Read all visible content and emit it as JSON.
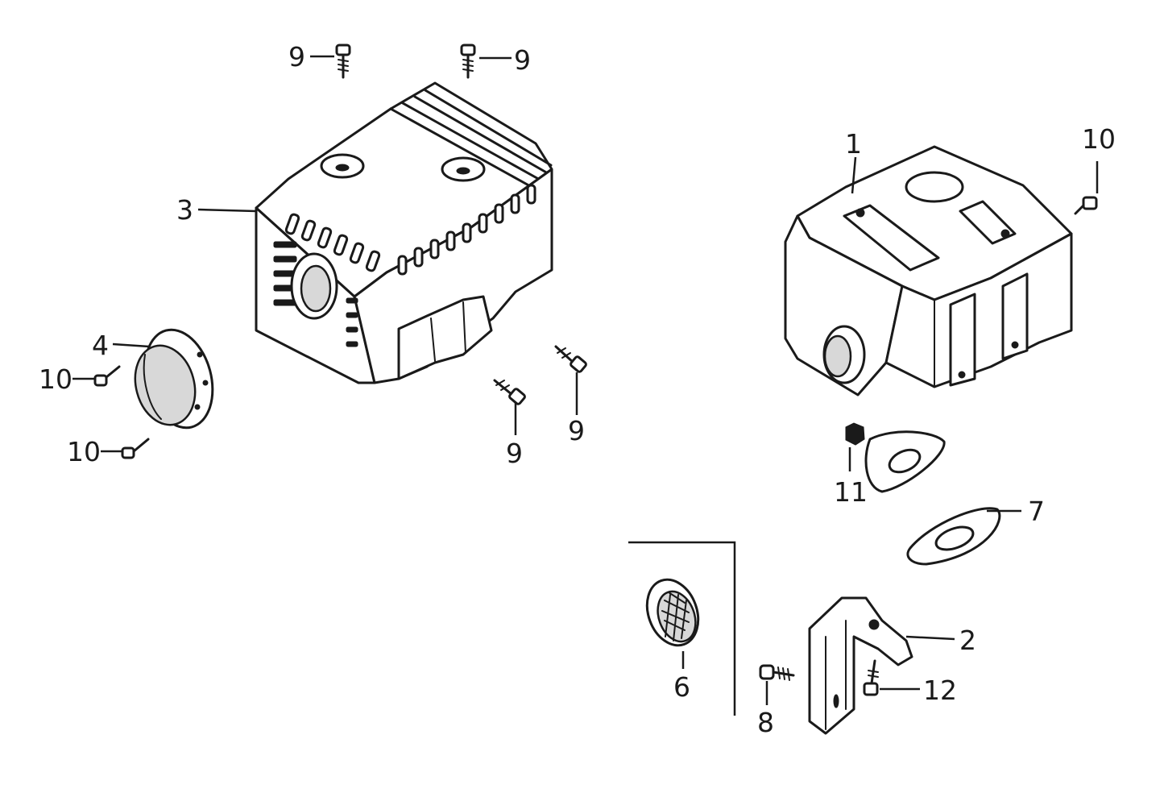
{
  "callouts": [
    {
      "id": "c1",
      "text": "1"
    },
    {
      "id": "c2",
      "text": "2"
    },
    {
      "id": "c3",
      "text": "3"
    },
    {
      "id": "c4",
      "text": "4"
    },
    {
      "id": "c6",
      "text": "6"
    },
    {
      "id": "c7",
      "text": "7"
    },
    {
      "id": "c8",
      "text": "8"
    },
    {
      "id": "c9a",
      "text": "9"
    },
    {
      "id": "c9b",
      "text": "9"
    },
    {
      "id": "c9c",
      "text": "9"
    },
    {
      "id": "c9d",
      "text": "9"
    },
    {
      "id": "c10a",
      "text": "10"
    },
    {
      "id": "c10b",
      "text": "10"
    },
    {
      "id": "c10c",
      "text": "10"
    },
    {
      "id": "c11",
      "text": "11"
    },
    {
      "id": "c12",
      "text": "12"
    }
  ]
}
